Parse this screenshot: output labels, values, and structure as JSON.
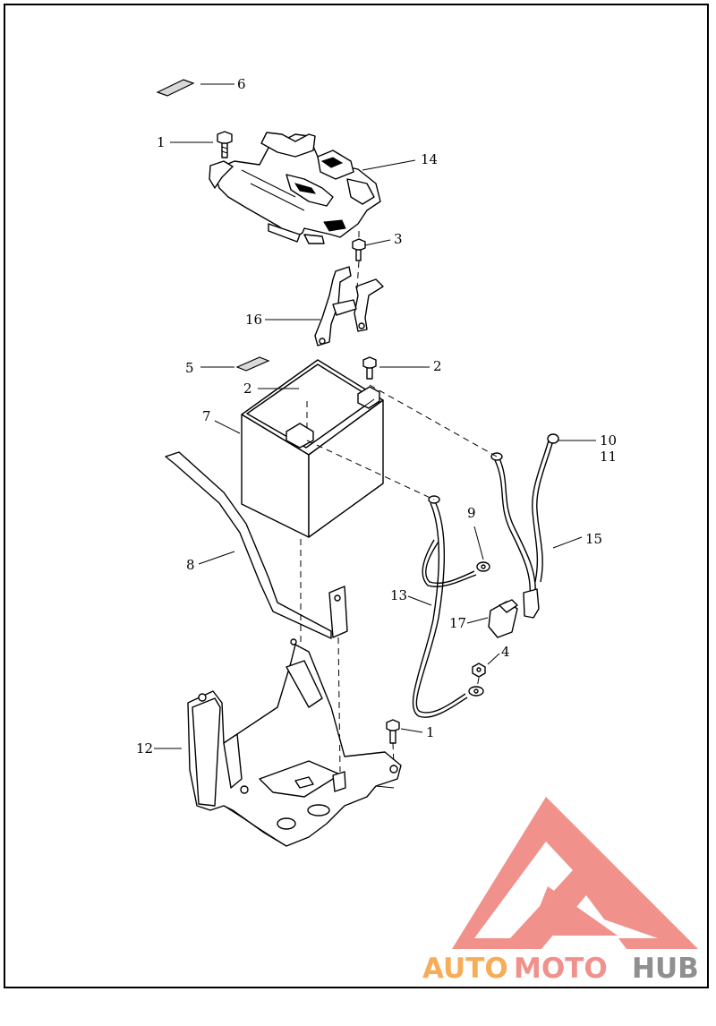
{
  "diagram": {
    "callouts": [
      {
        "label": "6"
      },
      {
        "label": "1"
      },
      {
        "label": "14"
      },
      {
        "label": "3"
      },
      {
        "label": "16"
      },
      {
        "label": "5"
      },
      {
        "label": "2"
      },
      {
        "label": "2"
      },
      {
        "label": "7"
      },
      {
        "label": "10"
      },
      {
        "label": "11"
      },
      {
        "label": "9"
      },
      {
        "label": "15"
      },
      {
        "label": "8"
      },
      {
        "label": "13"
      },
      {
        "label": "17"
      },
      {
        "label": "4"
      },
      {
        "label": "1"
      },
      {
        "label": "12"
      }
    ]
  },
  "watermark": {
    "text_auto": "AUTO",
    "text_moto": "MOTO",
    "text_hub": "HUB",
    "colors": {
      "logo_red": "#f08c86",
      "auto_orange": "#f7a850",
      "hub_grey": "#8a8a8a"
    }
  }
}
